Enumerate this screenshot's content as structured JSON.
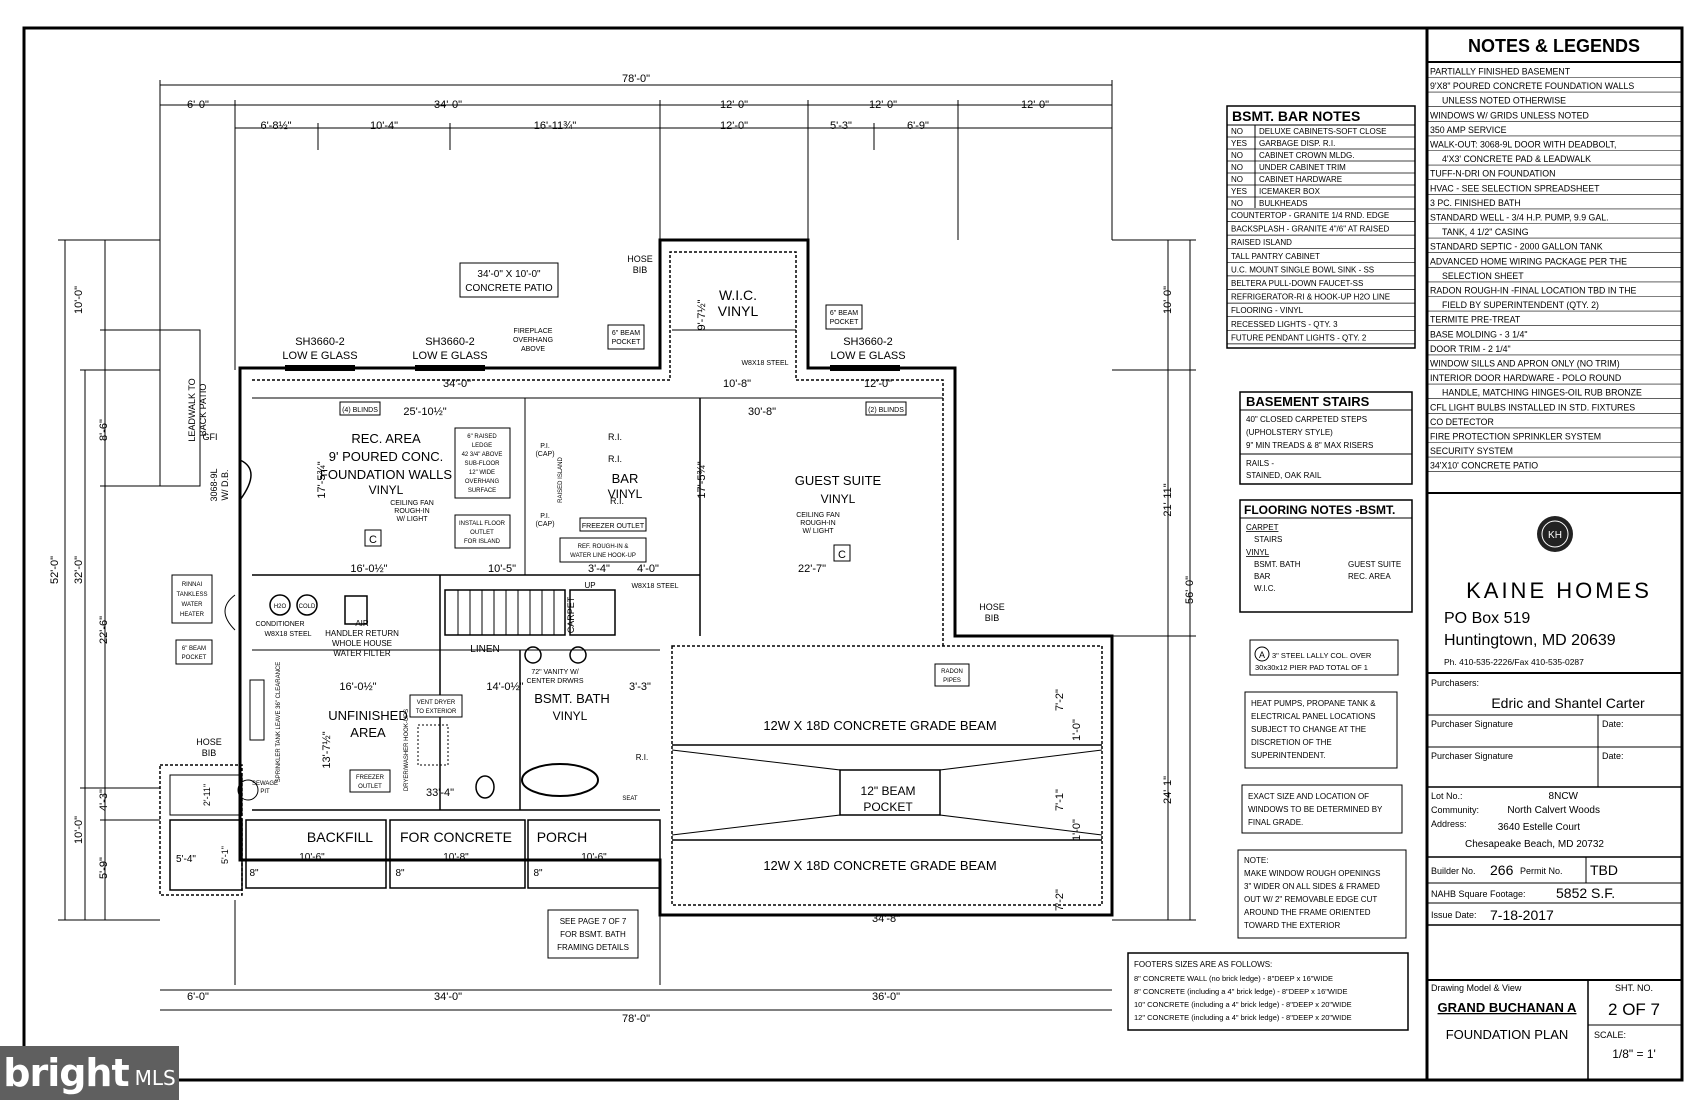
{
  "dims": {
    "top_total": "78'-0\"",
    "top_row1": [
      "6'-0\"",
      "34'-0\"",
      "12'-0\"",
      "12'-0\"",
      "12'-0\""
    ],
    "top_row2": [
      "6'-8½\"",
      "10'-4\"",
      "16'-11¾\"",
      "12'-0\"",
      "5'-3\"",
      "6'-9\""
    ],
    "bottom_row": [
      "6'-0\"",
      "34'-0\"",
      "36'-0\""
    ],
    "bottom_total": "78'-0\"",
    "left_total": "52'-0\"",
    "left_inner": [
      "32'-0\"",
      "22'-6\"",
      "10'-0\""
    ],
    "left_small": [
      "10'-0\"",
      "8'-6\"",
      "4'-3\"",
      "5'-9\""
    ],
    "right_outer": "56'-0\"",
    "right_inner": [
      "10'-0\"",
      "21'-11\"",
      "24'-1\""
    ],
    "interior": {
      "d_34": "34'-0\"",
      "d_10_8": "10'-8\"",
      "d_12": "12'-0\"",
      "d_25": "25'-10½\"",
      "d_30": "30'-8\"",
      "d_17a": "17'-5¾\"",
      "d_17b": "17'-5¾\"",
      "d_16": "16'-0½\"",
      "d_10_5": "10'-5\"",
      "d_3_4": "3'-4\"",
      "d_4_0": "4'-0\"",
      "d_22_7": "22'-7\"",
      "d_16b": "16'-0½\"",
      "d_14": "14'-0½\"",
      "d_3_3": "3'-3\"",
      "d_33": "33'-4\"",
      "d_34_8": "34'-8\"",
      "d_13": "13'-7½\"",
      "d_9_7": "9'-7½\"",
      "d_7_2a": "7'-2\"",
      "d_7_1": "7'-1\"",
      "d_7_2b": "7'-2\"",
      "d_1a": "1'-0\"",
      "d_1b": "1'-0\"",
      "d_10_6a": "10'-6\"",
      "d_10_8b": "10'-8\"",
      "d_10_6b": "10'-6\"",
      "d_5_4": "5'-4\"",
      "d_5_1": "5'-1\"",
      "d_2_11": "2'-11\""
    }
  },
  "rooms": {
    "patio": [
      "34'-0\" X 10'-0\"",
      "CONCRETE PATIO"
    ],
    "hose_bib_top": [
      "HOSE",
      "BIB"
    ],
    "wic": [
      "W.I.C.",
      "VINYL"
    ],
    "window_left": [
      "SH3660-2",
      "LOW E GLASS"
    ],
    "window_mid": [
      "SH3660-2",
      "LOW E GLASS"
    ],
    "window_right": [
      "SH3660-2",
      "LOW E GLASS"
    ],
    "gfi": "GFI",
    "fireplace": [
      "FIREPLACE",
      "OVERHANG",
      "ABOVE"
    ],
    "beam_pocket_a": [
      "6\" BEAM",
      "POCKET"
    ],
    "beam_pocket_b": [
      "6\" BEAM",
      "POCKET"
    ],
    "steel_label": "W8X18 STEEL",
    "rec_area": [
      "REC. AREA",
      "9' POURED CONC.",
      "FOUNDATION WALLS",
      "VINYL"
    ],
    "ceiling_fan": [
      "CEILING FAN",
      "ROUGH-IN",
      "W/ LIGHT"
    ],
    "raised_ledge": [
      "6\" RAISED",
      "LEDGE",
      "42 3/4\" ABOVE",
      "SUB-FLOOR",
      "12\" WIDE",
      "OVERHANG",
      "SURFACE"
    ],
    "floor_outlet": [
      "INSTALL FLOOR",
      "OUTLET",
      "FOR ISLAND"
    ],
    "blinds_left": "(4) BLINDS",
    "blinds_right": "(2) BLINDS",
    "bar": [
      "BAR",
      "VINYL"
    ],
    "freezer_outlet_bar": "FREEZER OUTLET",
    "ref_rough": [
      "REF. ROUGH-IN &",
      "WATER LINE HOOK-UP"
    ],
    "guest_suite": [
      "GUEST SUITE",
      "VINYL"
    ],
    "ceiling_fan_b": [
      "CEILING FAN",
      "ROUGH-IN",
      "W/ LIGHT"
    ],
    "c_marker": "C",
    "ri": "R.I.",
    "pi_cap": [
      "P.I.",
      "(CAP)"
    ],
    "raised_island": "RAISED ISLAND",
    "leadwalk": [
      "LEADWALK TO",
      "BACK PATIO"
    ],
    "door_left": [
      "3068-9L",
      "W/ D.B."
    ],
    "rinnai": [
      "RINNAI",
      "TANKLESS",
      "WATER",
      "HEATER"
    ],
    "h2o": "H2O",
    "cold": "COLD",
    "conditioner": "CONDITIONER",
    "air_handler": [
      "AIR",
      "HANDLER RETURN"
    ],
    "whole_house": [
      "WHOLE HOUSE",
      "WATER FILTER"
    ],
    "linen": "LINEN",
    "vanity": [
      "72\" VANITY W/",
      "CENTER DRWRS"
    ],
    "up": "UP",
    "carpet": "CARPET",
    "w8_steel_b": "W8X18 STEEL",
    "unfinished": [
      "UNFINISHED",
      "AREA"
    ],
    "vent_dryer": [
      "VENT DRYER",
      "TO EXTERIOR"
    ],
    "dryer": "DRYER/WASHER HOOK-UPS",
    "freezer_outlet": [
      "FREEZER",
      "OUTLET"
    ],
    "sprinkler": "SPRINKLER TANK LEAVE 36\" CLEARANCE",
    "sewage": [
      "SEWAGE",
      "PIT"
    ],
    "bsmt_bath": [
      "BSMT. BATH",
      "VINYL"
    ],
    "seat": "SEAT",
    "hose_bib_left": [
      "HOSE",
      "BIB"
    ],
    "hose_bib_right": [
      "HOSE",
      "BIB"
    ],
    "radon": [
      "RADON",
      "PIPES"
    ],
    "grade_beam_top": "12W X 18D CONCRETE GRADE BEAM",
    "grade_beam_bottom": "12W X 18D CONCRETE GRADE BEAM",
    "beam_pocket_big": [
      "12\" BEAM",
      "POCKET"
    ],
    "backfill": "BACKFILL",
    "for_concrete": "FOR CONCRETE",
    "porch": "PORCH",
    "eight_in": "8\"",
    "see_page": [
      "SEE PAGE 7 OF 7",
      "FOR BSMT. BATH",
      "FRAMING DETAILS"
    ],
    "marker_a": "A"
  },
  "bar_notes": {
    "title": "BSMT. BAR NOTES",
    "rows": [
      [
        "NO",
        "DELUXE CABINETS-SOFT CLOSE"
      ],
      [
        "YES",
        "GARBAGE DISP. R.I."
      ],
      [
        "NO",
        "CABINET CROWN MLDG."
      ],
      [
        "NO",
        "UNDER CABINET TRIM"
      ],
      [
        "NO",
        "CABINET HARDWARE"
      ],
      [
        "YES",
        "ICEMAKER BOX"
      ],
      [
        "NO",
        "BULKHEADS"
      ]
    ],
    "lines": [
      "COUNTERTOP - GRANITE 1/4 RND. EDGE",
      "BACKSPLASH - GRANITE 4\"/6\" AT RAISED",
      "RAISED ISLAND",
      "TALL PANTRY CABINET",
      "U.C. MOUNT SINGLE BOWL SINK - SS",
      "BELTERA PULL-DOWN FAUCET-SS",
      "REFRIGERATOR-RI & HOOK-UP H2O LINE",
      "FLOORING - VINYL",
      "RECESSED LIGHTS - QTY. 3",
      "FUTURE PENDANT LIGHTS - QTY. 2"
    ]
  },
  "stairs": {
    "title": "BASEMENT STAIRS",
    "lines": [
      "40\" CLOSED CARPETED STEPS",
      "(UPHOLSTERY STYLE)",
      "9\" MIN TREADS & 8\" MAX RISERS"
    ],
    "rails": [
      "RAILS -",
      "STAINED, OAK RAIL"
    ]
  },
  "flooring": {
    "title": "FLOORING NOTES -BSMT.",
    "carpet": "CARPET",
    "stairs": "STAIRS",
    "vinyl": "VINYL",
    "left": [
      "BSMT. BATH",
      "BAR",
      "W.I.C."
    ],
    "right": [
      "GUEST SUITE",
      "REC. AREA"
    ]
  },
  "lally": {
    "marker": "A",
    "lines": [
      "3\" STEEL LALLY COL. OVER",
      "30x30x12 PIER PAD TOTAL OF 1"
    ]
  },
  "note_heat": [
    "HEAT PUMPS, PROPANE TANK &",
    "ELECTRICAL PANEL LOCATIONS",
    "SUBJECT TO CHANGE AT THE",
    "DISCRETION OF THE",
    "SUPERINTENDENT."
  ],
  "note_windows": [
    "EXACT SIZE AND LOCATION OF",
    "WINDOWS TO BE DETERMINED BY",
    "FINAL GRADE."
  ],
  "note_rough": [
    "NOTE:",
    "MAKE WINDOW ROUGH OPENINGS",
    "3\" WIDER ON ALL SIDES & FRAMED",
    "OUT W/ 2\" REMOVABLE EDGE CUT",
    "AROUND THE FRAME ORIENTED",
    "TOWARD THE EXTERIOR"
  ],
  "footers": {
    "title": "FOOTERS SIZES ARE AS FOLLOWS:",
    "lines": [
      "8\" CONCRETE WALL (no brick ledge) - 8\"DEEP x 16\"WIDE",
      "8\" CONCRETE (including a 4\" brick ledge) - 8\"DEEP x 16\"WIDE",
      "10\" CONCRETE (including a 4\" brick ledge) - 8\"DEEP x 20\"WIDE",
      "12\" CONCRETE (including a 4\" brick ledge) - 8\"DEEP x 20\"WIDE"
    ]
  },
  "legend": {
    "title": "NOTES & LEGENDS",
    "items": [
      "PARTIALLY FINISHED BASEMENT",
      "9'X8\" POURED CONCRETE FOUNDATION WALLS",
      "   UNLESS NOTED OTHERWISE",
      "WINDOWS W/ GRIDS UNLESS NOTED",
      "350 AMP SERVICE",
      "WALK-OUT: 3068-9L DOOR  WITH DEADBOLT,",
      "   4'X3' CONCRETE PAD & LEADWALK",
      "TUFF-N-DRI ON FOUNDATION",
      "HVAC - SEE SELECTION SPREADSHEET",
      "3 PC. FINISHED BATH",
      "STANDARD WELL - 3/4 H.P. PUMP, 9.9 GAL.",
      "   TANK, 4 1/2\" CASING",
      "STANDARD SEPTIC - 2000 GALLON TANK",
      "ADVANCED HOME WIRING PACKAGE PER THE",
      "   SELECTION SHEET",
      "RADON ROUGH-IN -FINAL LOCATION TBD IN THE",
      "   FIELD BY SUPERINTENDENT (QTY. 2)",
      "TERMITE PRE-TREAT",
      "BASE MOLDING - 3 1/4\"",
      "DOOR TRIM - 2 1/4\"",
      "WINDOW SILLS AND APRON ONLY (NO TRIM)",
      "INTERIOR DOOR HARDWARE - POLO ROUND",
      "   HANDLE, MATCHING HINGES-OIL RUB BRONZE",
      "CFL LIGHT BULBS INSTALLED IN STD. FIXTURES",
      "CO DETECTOR",
      "FIRE PROTECTION SPRINKLER SYSTEM",
      "SECURITY SYSTEM",
      "34'X10' CONCRETE PATIO"
    ]
  },
  "company": {
    "logo_text": "KH",
    "name": "KAINE HOMES",
    "address1": "PO Box 519",
    "address2": "Huntingtown, MD 20639",
    "phone": "Ph. 410-535-2226/Fax 410-535-0287"
  },
  "title_block": {
    "purchasers_label": "Purchasers:",
    "purchasers": "Edric and Shantel Carter",
    "sig_label": "Purchaser Signature",
    "date_label": "Date:",
    "lot_label": "Lot No.:",
    "lot": "8NCW",
    "community_label": "Community:",
    "community": "North Calvert Woods",
    "address_label": "Address:",
    "address1": "3640 Estelle Court",
    "address2": "Chesapeake Beach, MD 20732",
    "builder_label": "Builder No.",
    "builder": "266",
    "permit_label": "Permit No.",
    "permit": "TBD",
    "sqft_label": "NAHB Square Footage:",
    "sqft": "5852 S.F.",
    "issue_label": "Issue Date:",
    "issue": "7-18-2017",
    "model_label": "Drawing Model & View",
    "model": "GRAND BUCHANAN A",
    "view": "FOUNDATION PLAN",
    "sht_label": "SHT. NO.",
    "sht": "2 OF 7",
    "scale_label": "SCALE:",
    "scale": "1/8\" = 1'"
  },
  "watermark": {
    "word": "bright",
    "suffix": "MLS"
  }
}
